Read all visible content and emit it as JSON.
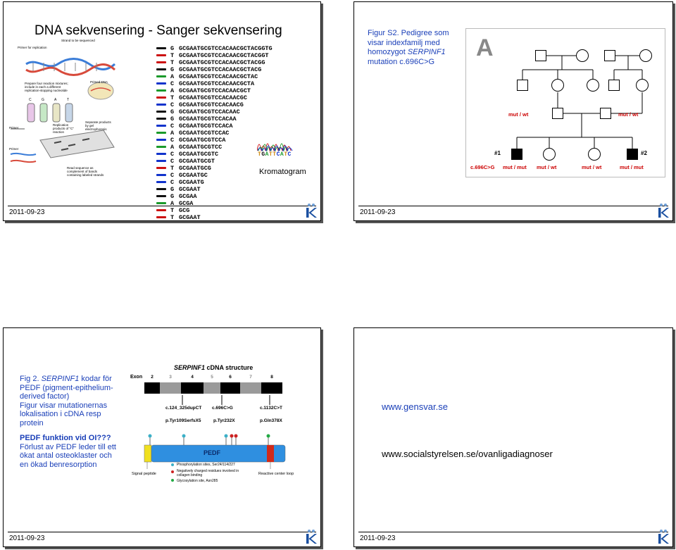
{
  "slide1": {
    "title": "DNA sekvensering - Sanger sekvensering",
    "schematic_labels": [
      "Primer for replication",
      "Strand to be sequenced",
      "Primed DNA",
      "Prepare four reaction mixtures; include in each a different replication-stopping nucleotide",
      "C",
      "G",
      "A",
      "T",
      "Replication products of \"C\" reaction",
      "Separate products by gel electrophoresis",
      "Primer",
      "Primer",
      "Read sequence as complement of bands containing labeled strands"
    ],
    "gel": {
      "bases": [
        "G",
        "T",
        "T",
        "G",
        "A",
        "C",
        "A",
        "T",
        "C",
        "G",
        "G",
        "C",
        "A",
        "C",
        "A",
        "C",
        "C",
        "T",
        "C",
        "C",
        "G",
        "G",
        "A",
        "T"
      ],
      "sequences": [
        "GCGAATGCGTCCACAACGCTACGGTG",
        "GCGAATGCGTCCACAACGCTACGGT",
        "GCGAATGCGTCCACAACGCTACGG",
        "GCGAATGCGTCCACAACGCTACG",
        "GCGAATGCGTCCACAACGCTAC",
        "GCGAATGCGTCCACAACGCTA",
        "GCGAATGCGTCCACAACGCT",
        "GCGAATGCGTCCACAACGC",
        "GCGAATGCGTCCACAACG",
        "GCGAATGCGTCCACAAC",
        "GCGAATGCGTCCACAA",
        "GCGAATGCGTCCACA",
        "GCGAATGCGTCCAC",
        "GCGAATGCGTCCA",
        "GCGAATGCGTCC",
        "GCGAATGCGTC",
        "GCGAATGCGT",
        "GCGAATGCG",
        "GCGAATGC",
        "GCGAATG",
        "GCGAAT",
        "GCGAA",
        "GCGA",
        "GCG"
      ],
      "tail_base": "T",
      "tail_seq": "GCGAAT"
    },
    "chromatogram_bases": "TGATTCATC",
    "chromatogram_label": "Kromatogram",
    "colors": {
      "A": "#1a9a2a",
      "T": "#cc1111",
      "G": "#111111",
      "C": "#1133cc"
    },
    "date": "2011-09-23"
  },
  "slide2": {
    "caption_line1": "Figur S2. Pedigree som",
    "caption_line2": "visar indexfamilj med",
    "caption_line3_pre": "homozygot ",
    "caption_line3_gene": "SERPINF1",
    "caption_line4": "mutation c.696C>G",
    "panel_letter": "A",
    "pedigree": {
      "mutwt_left": "mut / wt",
      "mutwt_right": "mut / wt",
      "id1": "#1",
      "id2": "#2",
      "variant": "c.696C>G",
      "g3": [
        "mut / mut",
        "mut / wt",
        "mut / wt",
        "mut / mut"
      ]
    },
    "date": "2011-09-23"
  },
  "slide3": {
    "fig_pre": "Fig 2. ",
    "fig_gene": "SERPINF1",
    "fig_rest": " kodar för",
    "lines": [
      "PEDF (pigment-epithelium-",
      "derived factor)",
      "Figur visar mutationernas",
      "lokalisation i cDNA resp",
      "protein"
    ],
    "sub_title": "PEDF funktion vid OI???",
    "sub_lines": [
      "Förlust av PEDF leder till ett",
      "ökat antal osteoklaster och",
      "en ökad benresorption"
    ],
    "diagram": {
      "title_gene": "SERPINF1",
      "title_rest": " cDNA structure",
      "exon_label": "Exon",
      "exons": [
        "2",
        "3",
        "4",
        "5",
        "6",
        "7",
        "8"
      ],
      "mut_cdna": [
        "c.124_325dupCT",
        "c.696C>G",
        "c.1132C>T"
      ],
      "mut_prot": [
        "p.Tyr109SerfsX5",
        "p.Tyr232X",
        "p.Gln378X"
      ],
      "protein_label": "PEDF",
      "signal_peptide": "Signal peptide",
      "reactive_loop": "Reactive center loop",
      "legend": [
        "Phosphorylation sites, Ser24/114/227",
        "Negatively charged residues involved in collagen binding",
        "Glycosylation site, Asn285"
      ]
    },
    "date": "2011-09-23"
  },
  "slide4": {
    "link1": "www.gensvar.se",
    "link2": "www.socialstyrelsen.se/ovanligadiagnoser",
    "date": "2011-09-23"
  }
}
